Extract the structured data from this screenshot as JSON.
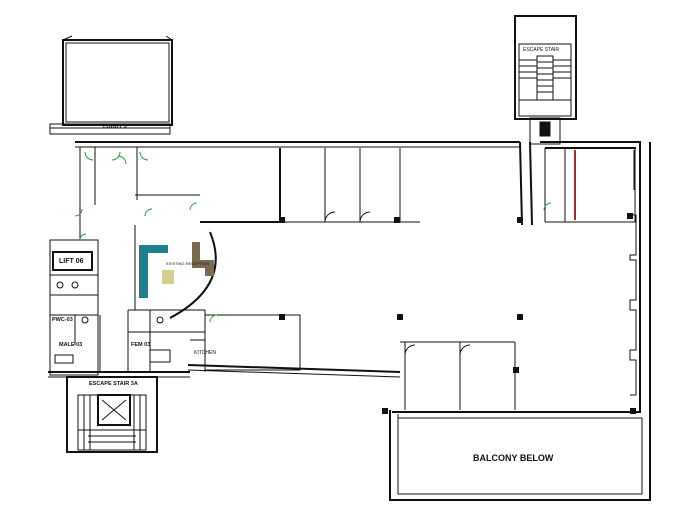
{
  "floor_plan": {
    "rooms": {
      "lobby": "LOBBY 3",
      "escape_stair": "ESCAPE STAIR",
      "escape_stair_3a": "ESCAPE STAIR 3A",
      "lift": "LIFT 06",
      "pwc": "PWC-03",
      "male": "MALE 03",
      "fem": "FEM 03",
      "kitchen": "KITCHEN",
      "reception": "EXISTING RECEPTION",
      "balcony": "BALCONY BELOW"
    },
    "colors": {
      "wall": "#111111",
      "reception_desk": "#1f7f92",
      "reception_counter": "#7a6a50",
      "reception_pad": "#d6cf8c",
      "red_wall": "#a32a2a",
      "door": "#2f9a3e"
    }
  }
}
